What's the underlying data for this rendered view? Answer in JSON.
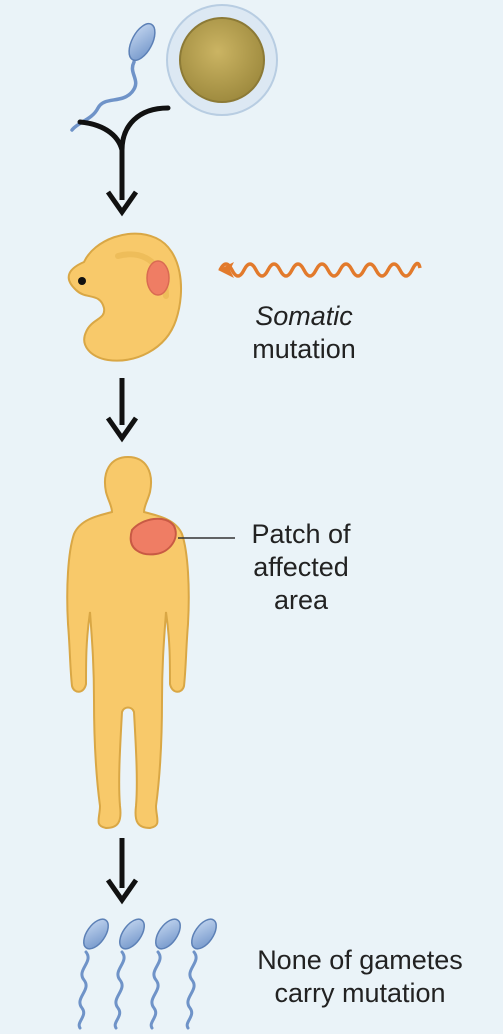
{
  "labels": {
    "somatic": {
      "line1": "Somatic",
      "line2": "mutation"
    },
    "patch": {
      "line1": "Patch of",
      "line2": "affected",
      "line3": "area"
    },
    "gametes": {
      "line1": "None of gametes",
      "line2": "carry mutation"
    }
  },
  "colors": {
    "background": "#eaf3f8",
    "body_fill": "#f8c96a",
    "body_stroke": "#d9a745",
    "patch_fill": "#ef7d64",
    "egg_fill": "#b9a24f",
    "egg_ring": "#d9e6f1",
    "sperm_head": "#8fb0dd",
    "mutation_wave": "#e27a2c",
    "arrow": "#111111"
  }
}
